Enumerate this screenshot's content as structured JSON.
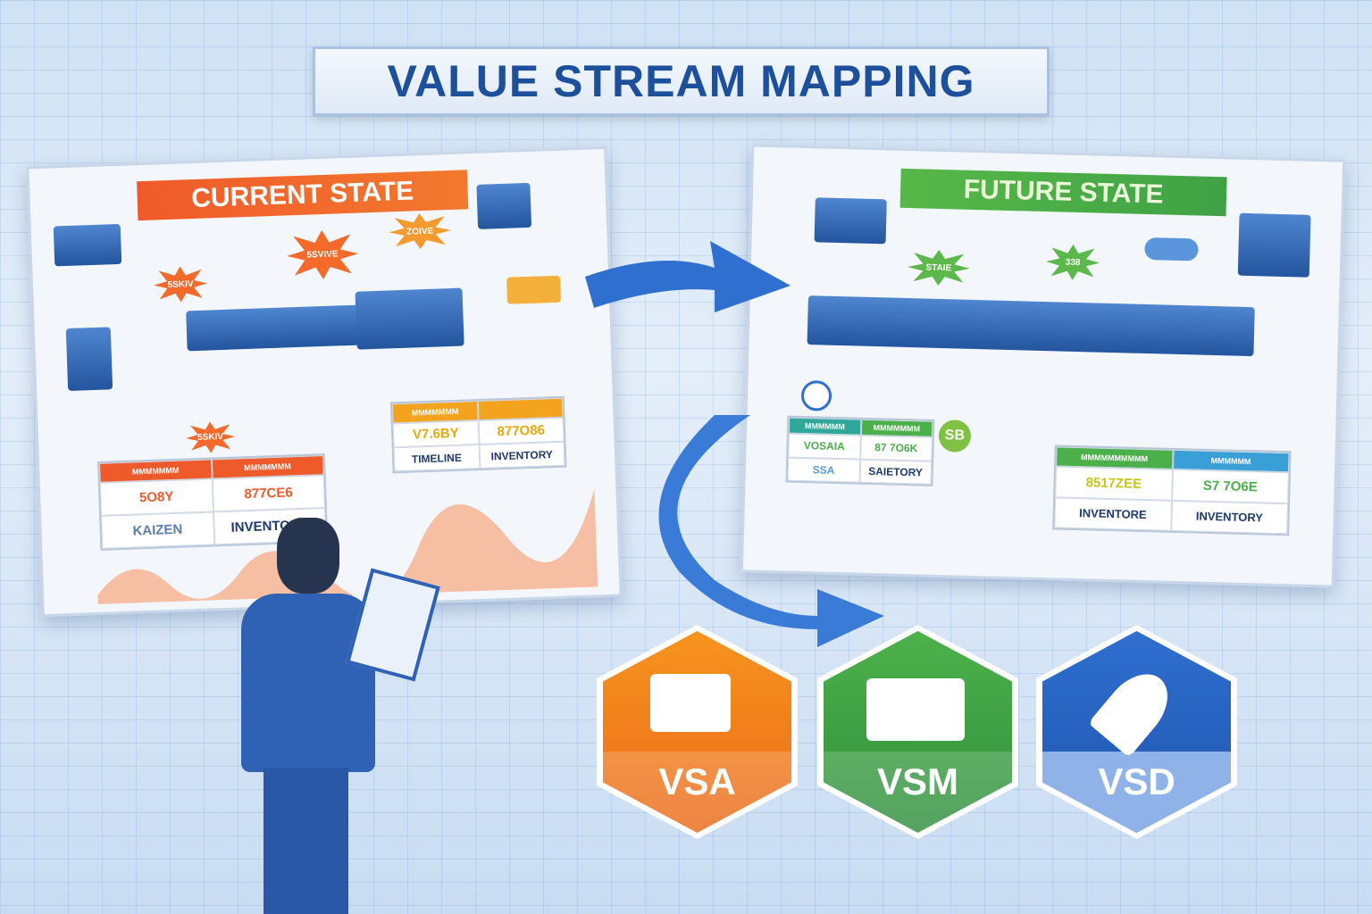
{
  "title": "VALUE STREAM MAPPING",
  "current": {
    "title": "CURRENT STATE",
    "bursts": [
      "5SVIVE",
      "ZOIVE",
      "5SKIV",
      "5SKIV"
    ],
    "table1": {
      "headers": [
        "MMMMMMM",
        "MMMMMMM"
      ],
      "rows": [
        [
          "5O8Y",
          "877CE6"
        ],
        [
          "KAIZEN",
          "INVENTORY"
        ]
      ]
    },
    "table2": {
      "headers": [
        "MMMMMMM",
        ""
      ],
      "rows": [
        [
          "V7.6BY",
          "877O86"
        ],
        [
          "TIMELINE",
          "INVENTORY"
        ]
      ]
    }
  },
  "future": {
    "title": "FUTURE STATE",
    "bursts": [
      "STAIE",
      "338",
      "SB"
    ],
    "table1": {
      "headers": [
        "MMMMMM",
        "MMMMMMM"
      ],
      "rows": [
        [
          "VOSAIA",
          "87 7O6K"
        ],
        [
          "SSA",
          "SAIETORY"
        ]
      ]
    },
    "table2": {
      "headers": [
        "MMMMMMMMMM",
        "MMMMMM"
      ],
      "rows": [
        [
          "8517ZEE",
          "S7 7O6E"
        ],
        [
          "INVENTORE",
          "INVENTORY"
        ]
      ]
    }
  },
  "badges": [
    {
      "label": "VSA",
      "color": "#f07a1e"
    },
    {
      "label": "VSM",
      "color": "#3aa045"
    },
    {
      "label": "VSD",
      "color": "#2f6fcf"
    }
  ]
}
